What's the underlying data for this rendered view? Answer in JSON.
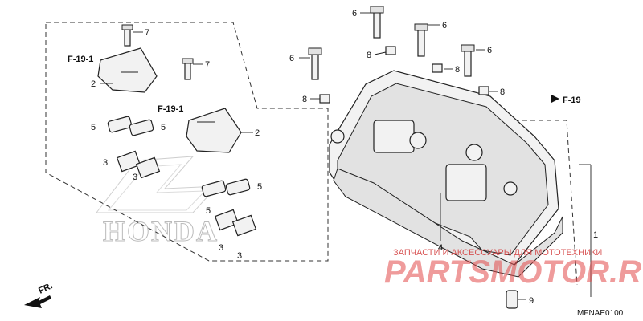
{
  "callouts": {
    "c1": "1",
    "c2a": "2",
    "c2b": "2",
    "c3a": "3",
    "c3b": "3",
    "c3c": "3",
    "c3d": "3",
    "c4": "4",
    "c5a": "5",
    "c5b": "5",
    "c5c": "5",
    "c5d": "5",
    "c6a": "6",
    "c6b": "6",
    "c6c": "6",
    "c6d": "6",
    "c7a": "7",
    "c7b": "7",
    "c8a": "8",
    "c8b": "8",
    "c8c": "8",
    "c8d": "8",
    "c9": "9"
  },
  "refs": {
    "f19_1_a": "F-19-1",
    "f19_1_b": "F-19-1",
    "f19": "F-19"
  },
  "front_label": "FR.",
  "diagram_code": "MFNAE0100",
  "watermark": {
    "text": "ЗАПЧАСТИ И АКСЕССУАРЫ ДЛЯ МОТОТЕХНИКИ",
    "logo": "PARTSMOTOR.RU",
    "color": "#e34b4b"
  },
  "background_brand": "HONDA"
}
